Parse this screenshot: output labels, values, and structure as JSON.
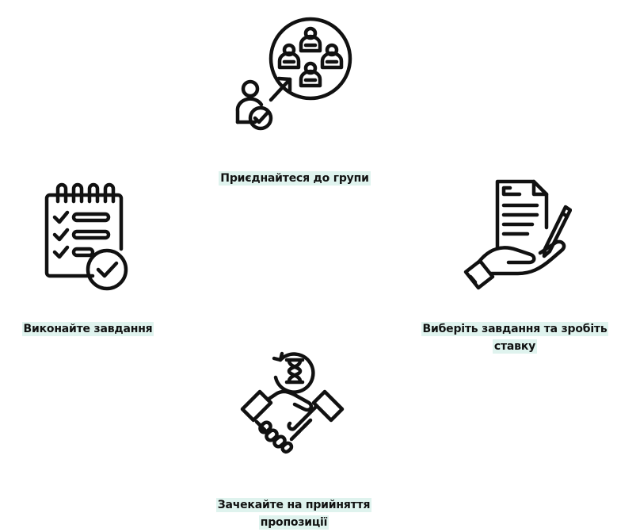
{
  "steps": [
    {
      "icon": "join-group-icon",
      "label": "Приєднайтеся до групи"
    },
    {
      "icon": "choose-task-and-bid-icon",
      "label": "Виберіть завдання та зробіть ставку"
    },
    {
      "icon": "handshake-hourglass-icon",
      "label": "Зачекайте на прийняття пропозиції"
    },
    {
      "icon": "checklist-complete-icon",
      "label": "Виконайте завдання"
    }
  ],
  "colors": {
    "label_highlight": "#dff3ee",
    "icon_stroke": "#111111"
  }
}
